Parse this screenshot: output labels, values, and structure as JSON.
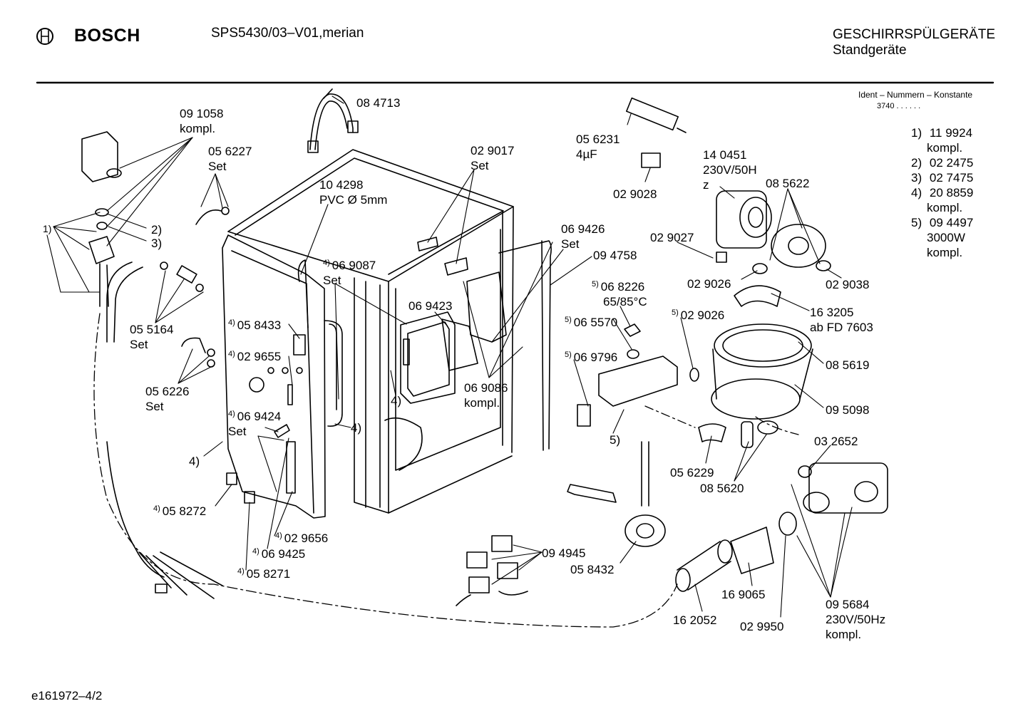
{
  "header": {
    "brand": "BOSCH",
    "model": "SPS5430/03–V01,merian",
    "category": "GESCHIRRSPÜLGERÄTE",
    "subcategory": "Standgeräte"
  },
  "ident": {
    "title": "Ident – Nummern – Konstante",
    "value": "3740  .  .  .  .  .  ."
  },
  "legend": [
    {
      "num": "1)",
      "line1": "11 9924",
      "line2": "kompl."
    },
    {
      "num": "2)",
      "line1": "02 2475",
      "line2": ""
    },
    {
      "num": "3)",
      "line1": "02 7475",
      "line2": ""
    },
    {
      "num": "4)",
      "line1": "20 8859",
      "line2": "kompl."
    },
    {
      "num": "5)",
      "line1": "09 4497",
      "line2": "3000W",
      "line3": "kompl."
    }
  ],
  "parts": {
    "p091058": {
      "line1": "09 1058",
      "line2": "kompl."
    },
    "p084713": "08 4713",
    "p056227": {
      "line1": "05 6227",
      "line2": "Set"
    },
    "p104298": {
      "line1": "10 4298",
      "line2": "PVC Ø 5mm"
    },
    "p029017": {
      "line1": "02 9017",
      "line2": "Set"
    },
    "p056231": {
      "line1": "05 6231",
      "line2": "4µF"
    },
    "p029028": "02 9028",
    "p140451": {
      "line1": "14 0451",
      "line2": "230V/50H",
      "line3": "z"
    },
    "p085622": "08 5622",
    "p069426": {
      "line1": "06 9426",
      "line2": "Set"
    },
    "p094758": "09 4758",
    "p029027": "02 9027",
    "p029026a": "02 9026",
    "p029038": "02 9038",
    "p069087": {
      "sup": "4)",
      "line1": "06 9087",
      "line2": "Set"
    },
    "p069423": "06 9423",
    "p068226": {
      "sup": "5)",
      "line1": "06 8226",
      "line2": "65/85°C"
    },
    "p065570": {
      "sup": "5)",
      "line1": "06 5570"
    },
    "p029026b": {
      "sup": "5)",
      "line1": "02 9026"
    },
    "p163205": {
      "line1": "16 3205",
      "line2": "ab FD 7603"
    },
    "p069796": {
      "sup": "5)",
      "line1": "06 9796"
    },
    "p085619": "08 5619",
    "p095098": "09 5098",
    "p055164": {
      "line1": "05 5164",
      "line2": "Set"
    },
    "p058433": {
      "sup": "4)",
      "line1": "05 8433"
    },
    "p029655": {
      "sup": "4)",
      "line1": "02 9655"
    },
    "p056226": {
      "line1": "05 6226",
      "line2": "Set"
    },
    "p069424": {
      "sup": "4)",
      "line1": "06 9424",
      "line2": "Set"
    },
    "p069086": {
      "line1": "06 9086",
      "line2": "kompl."
    },
    "p058272": {
      "sup": "4)",
      "line1": "05 8272"
    },
    "p029656": {
      "sup": "4)",
      "line1": "02 9656"
    },
    "p069425": {
      "sup": "4)",
      "line1": "06 9425"
    },
    "p058271": {
      "sup": "4)",
      "line1": "05 8271"
    },
    "p094945": "09 4945",
    "p058432": "05 8432",
    "p056229": "05 6229",
    "p085620": "08 5620",
    "p032652": "03 2652",
    "p162052": "16 2052",
    "p169065": "16 9065",
    "p029950": "02 9950",
    "p095684": {
      "line1": "09 5684",
      "line2": "230V/50Hz",
      "line3": "kompl."
    }
  },
  "callouts": {
    "c1": "1)",
    "c2": "2)",
    "c3": "3)",
    "c4a": "4)",
    "c4b": "4)",
    "c4c": "4)",
    "c5": "5)"
  },
  "footer": {
    "code": "e161972–4/2"
  }
}
